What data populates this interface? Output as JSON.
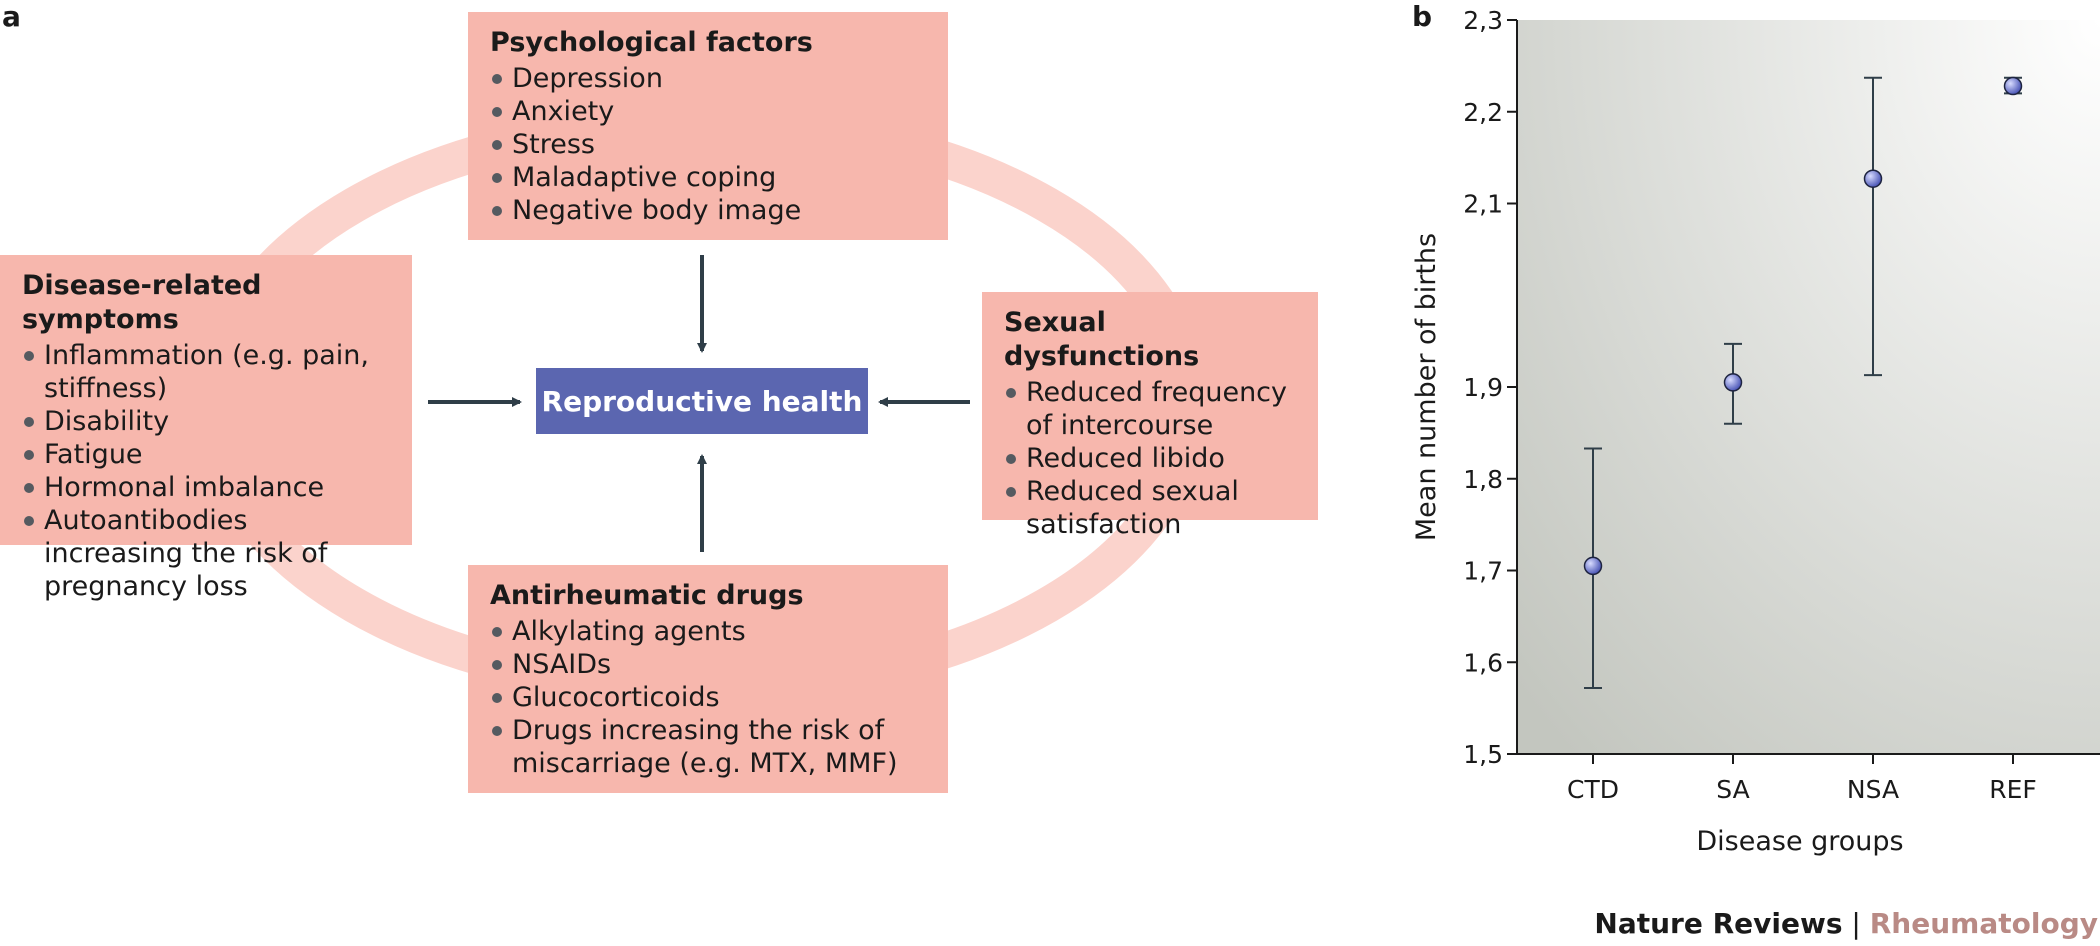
{
  "panel_a": {
    "label": "a",
    "center": "Reproductive health",
    "psychological": {
      "title": "Psychological factors",
      "items": [
        "Depression",
        "Anxiety",
        "Stress",
        "Maladaptive coping",
        "Negative body image"
      ]
    },
    "disease": {
      "title": "Disease-related symptoms",
      "items": [
        "Inflammation (e.g. pain, stiffness)",
        "Disability",
        "Fatigue",
        "Hormonal imbalance",
        "Autoantibodies increasing the risk of pregnancy loss"
      ]
    },
    "sexual": {
      "title": "Sexual dysfunctions",
      "items": [
        "Reduced frequency of intercourse",
        "Reduced libido",
        "Reduced sexual satisfaction"
      ]
    },
    "drugs": {
      "title": "Antirheumatic drugs",
      "items": [
        "Alkylating agents",
        "NSAIDs",
        "Glucocorticoids",
        "Drugs increasing the risk of miscarriage (e.g. MTX, MMF)"
      ]
    },
    "colors": {
      "box": "#f7b7ad",
      "ring": "#fbd3cc",
      "center": "#5b66b0",
      "arrow": "#2f3e48"
    }
  },
  "panel_b": {
    "label": "b"
  },
  "chart_data": {
    "type": "scatter",
    "xlabel": "Disease groups",
    "ylabel": "Mean number of births",
    "categories": [
      "CTD",
      "SA",
      "NSA",
      "REF"
    ],
    "values": [
      1.705,
      1.905,
      2.127,
      2.228
    ],
    "error_low": [
      1.572,
      1.86,
      1.913,
      2.22
    ],
    "error_high": [
      1.833,
      1.947,
      2.237,
      2.237
    ],
    "ylim": [
      1.5,
      2.3
    ],
    "yticks": [
      "1,5",
      "1,6",
      "1,7",
      "1,8",
      "1,9",
      "2,1",
      "2,2",
      "2,3"
    ],
    "ytick_values": [
      1.5,
      1.6,
      1.7,
      1.8,
      1.9,
      2.1,
      2.2,
      2.3
    ],
    "grid": false,
    "marker_color": "#5b66c8"
  },
  "footer": {
    "journal": "Nature Reviews",
    "separator": " | ",
    "subject": "Rheumatology"
  }
}
